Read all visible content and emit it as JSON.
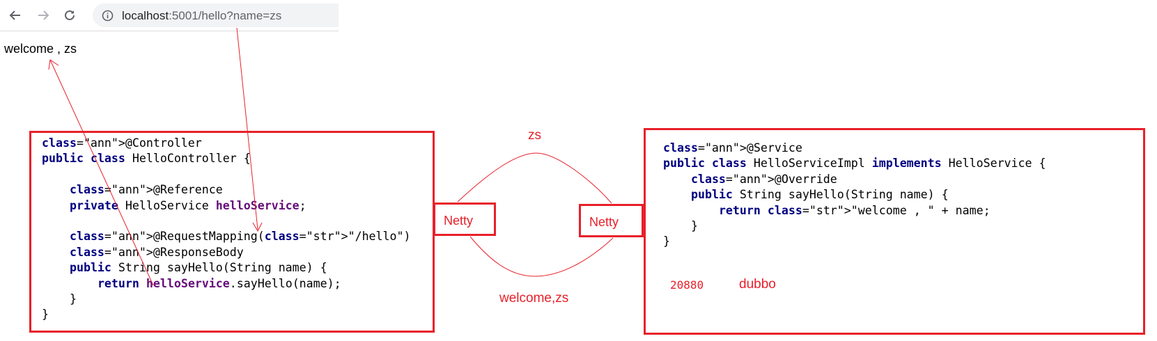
{
  "browser": {
    "url_host": "localhost",
    "url_rest": ":5001/hello?name=zs",
    "page_output": "welcome , zs"
  },
  "icons": {
    "back": "arrow-left-icon",
    "forward": "arrow-right-icon",
    "reload": "reload-icon",
    "info": "info-icon"
  },
  "diagram": {
    "consumer_code": [
      "@Controller",
      "public class HelloController {",
      "",
      "    @Reference",
      "    private HelloService helloService;",
      "",
      "    @RequestMapping(\"/hello\")",
      "    @ResponseBody",
      "    public String sayHello(String name) {",
      "        return helloService.sayHello(name);",
      "    }",
      "}"
    ],
    "provider_code": [
      "@Service",
      "public class HelloServiceImpl implements HelloService {",
      "    @Override",
      "    public String sayHello(String name) {",
      "        return \"welcome , \" + name;",
      "    }",
      "}"
    ],
    "netty_left": "Netty",
    "netty_right": "Netty",
    "request_label": "zs",
    "response_label": "welcome,zs",
    "port": "20880",
    "protocol": "dubbo"
  },
  "colors": {
    "accent_red": "#e8202a",
    "annotation": "#808000",
    "keyword": "#000080",
    "field": "#660e7a",
    "string": "#008000"
  }
}
